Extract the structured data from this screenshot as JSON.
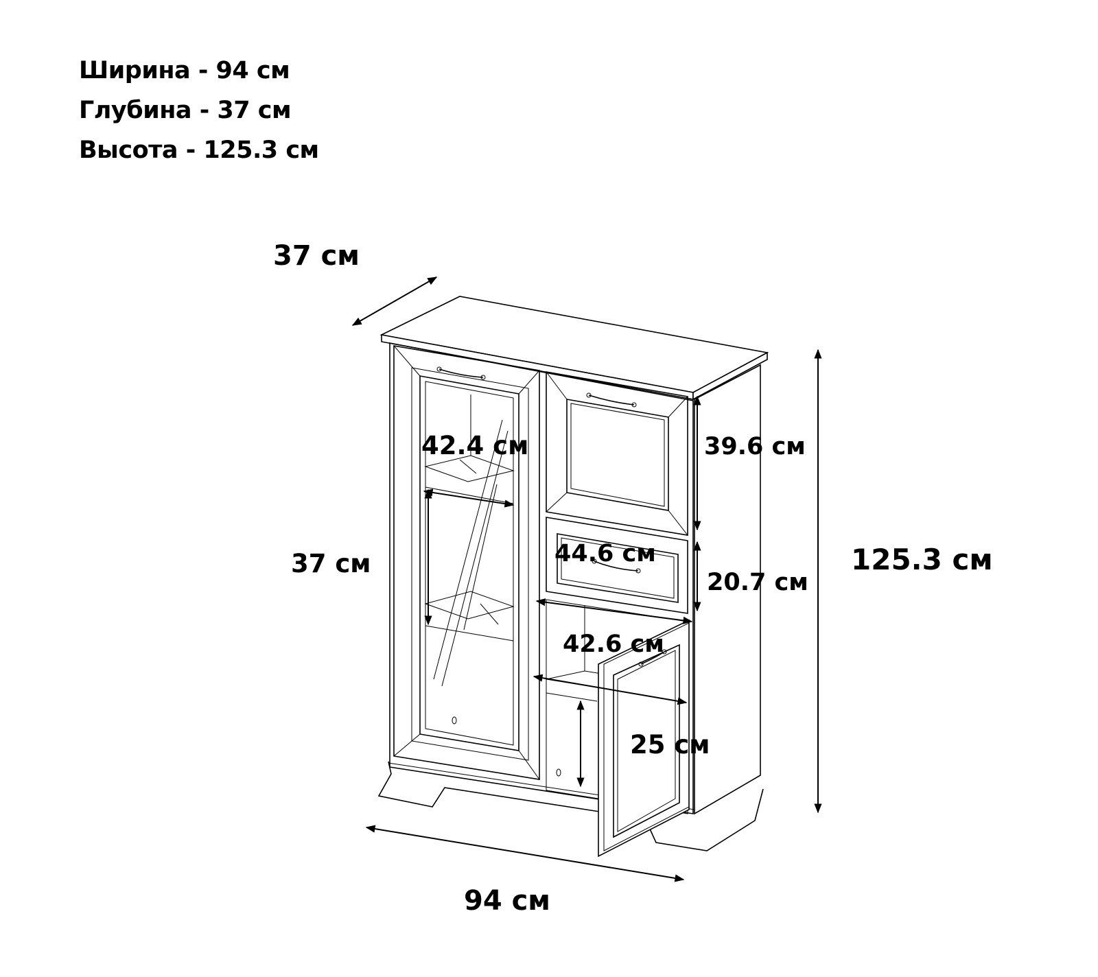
{
  "specs": {
    "width": "Ширина - 94 см",
    "depth": "Глубина - 37 см",
    "height": "Высота - 125.3 см"
  },
  "dimensions": {
    "depth_top": "37 см",
    "width_bottom": "94 см",
    "height_total": "125.3 см",
    "glass_shelf_height": "37 см",
    "glass_shelf_width": "42.4 см",
    "upper_door_height": "39.6 см",
    "drawer_width": "44.6 см",
    "drawer_height": "20.7 см",
    "lower_inner_width": "42.6 см",
    "lower_shelf_height": "25 см"
  }
}
